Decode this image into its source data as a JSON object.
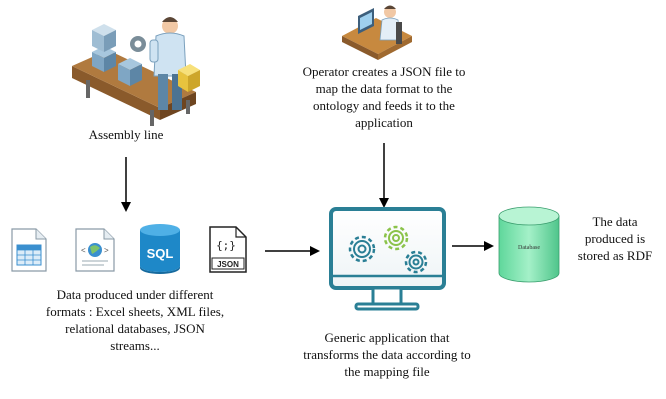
{
  "assembly": {
    "label": "Assembly line"
  },
  "operator": {
    "lines": [
      "Operator creates a JSON file to",
      "map the data format to the",
      "ontology and feeds it to the",
      "application"
    ]
  },
  "formats": {
    "lines": [
      "Data produced under different",
      "formats : Excel sheets, XML files,",
      "relational databases, JSON",
      "streams..."
    ],
    "sql_badge": "SQL",
    "json_badge": "JSON",
    "json_glyph": "{;}"
  },
  "application": {
    "lines": [
      "Generic application that",
      "transforms the data according to",
      "the mapping file"
    ]
  },
  "database": {
    "badge": "Database"
  },
  "rdf": {
    "lines": [
      "The data",
      "produced is",
      "stored as RDF"
    ]
  },
  "colors": {
    "teal": "#2a7f95",
    "green_gear": "#8bc34a",
    "sql_blue": "#1e88c8",
    "db_green": "#7de3b0"
  }
}
